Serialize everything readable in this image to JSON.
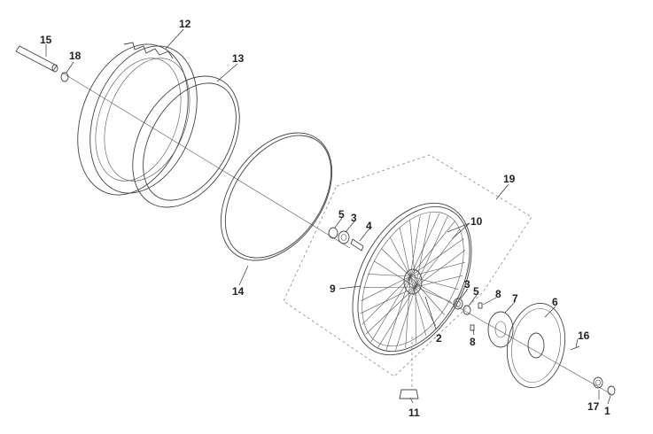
{
  "colors": {
    "line": "#444444",
    "label": "#222222",
    "background": "#ffffff"
  },
  "part_labels": [
    "1",
    "2",
    "3",
    "3",
    "4",
    "5",
    "5",
    "6",
    "7",
    "8",
    "8",
    "9",
    "10",
    "11",
    "12",
    "13",
    "14",
    "15",
    "16",
    "17",
    "18",
    "19"
  ]
}
